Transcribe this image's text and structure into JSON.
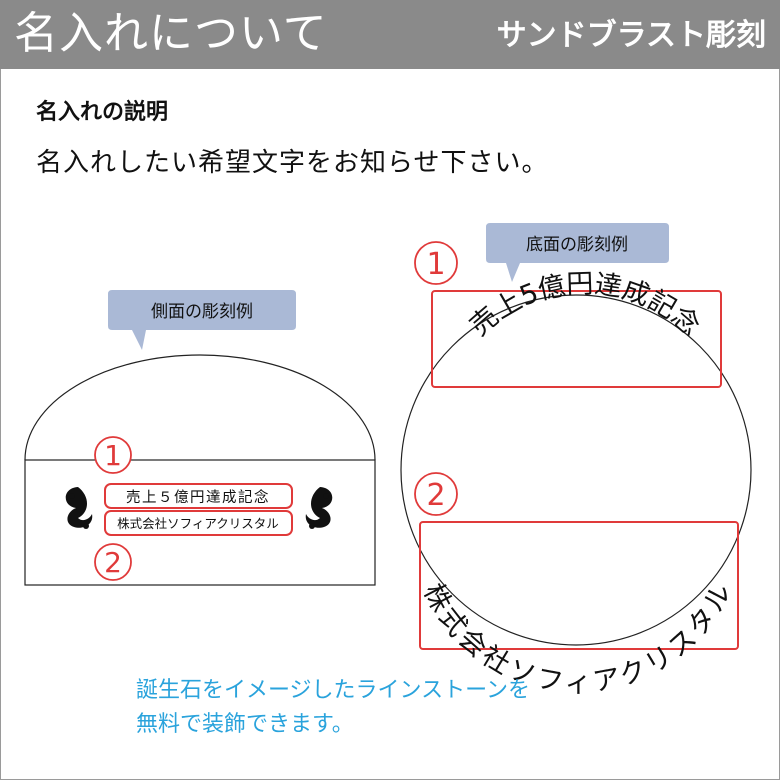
{
  "header": {
    "title": "名入れについて",
    "subtitle": "サンドブラスト彫刻",
    "background": "#8a8a8a"
  },
  "section": {
    "title": "名入れの説明",
    "description": "名入れしたい希望文字をお知らせ下さい。"
  },
  "side_example": {
    "callout": "側面の彫刻例",
    "line1": "売上５億円達成記念",
    "line2": "株式会社ソフィアクリスタル",
    "marker1": "1",
    "marker2": "2"
  },
  "bottom_example": {
    "callout": "底面の彫刻例",
    "line1": "売上5億円達成記念",
    "line2": "株式会社ソフィアクリスタル",
    "marker1": "1",
    "marker2": "2"
  },
  "footer": {
    "line1": "誕生石をイメージしたラインストーンを",
    "line2": "無料で装飾できます。"
  },
  "colors": {
    "callout_fill": "#aab9d6",
    "highlight_red": "#e03a3a",
    "footer_text": "#2aa3dc"
  }
}
